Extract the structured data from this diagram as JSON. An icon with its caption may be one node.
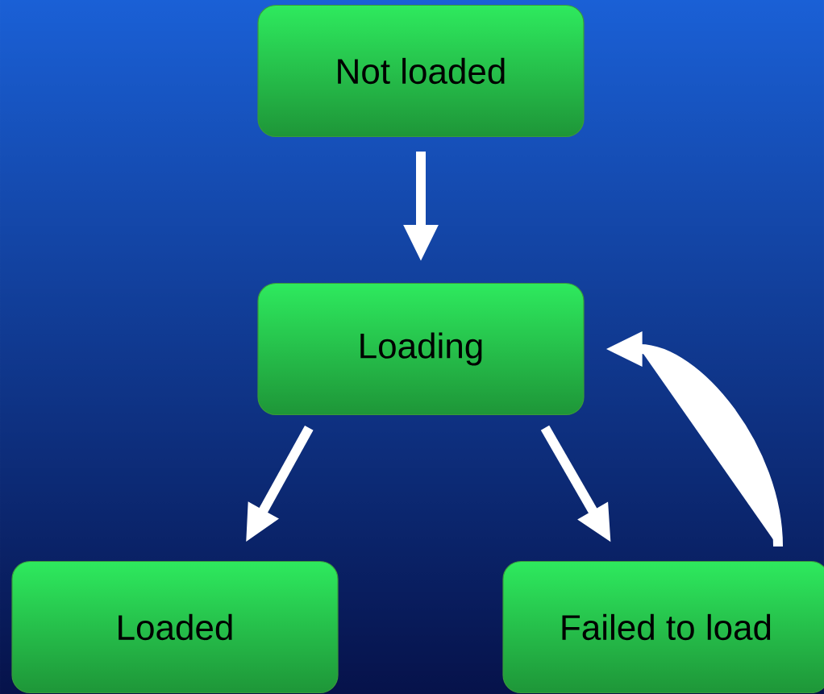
{
  "diagram": {
    "nodes": [
      {
        "text": [
          "Not loaded"
        ]
      },
      {
        "text": [
          "Loading"
        ]
      },
      {
        "text": [
          "Loaded"
        ]
      },
      {
        "text": [
          "Failed to load"
        ]
      }
    ],
    "edges": [
      {
        "from": 0,
        "to": 1,
        "arrow": "to"
      },
      {
        "from": 1,
        "to": 2,
        "arrow": "to"
      },
      {
        "from": 1,
        "to": 3,
        "arrow": "to"
      },
      {
        "from": 3,
        "to": 1,
        "arrow": "to"
      }
    ]
  }
}
